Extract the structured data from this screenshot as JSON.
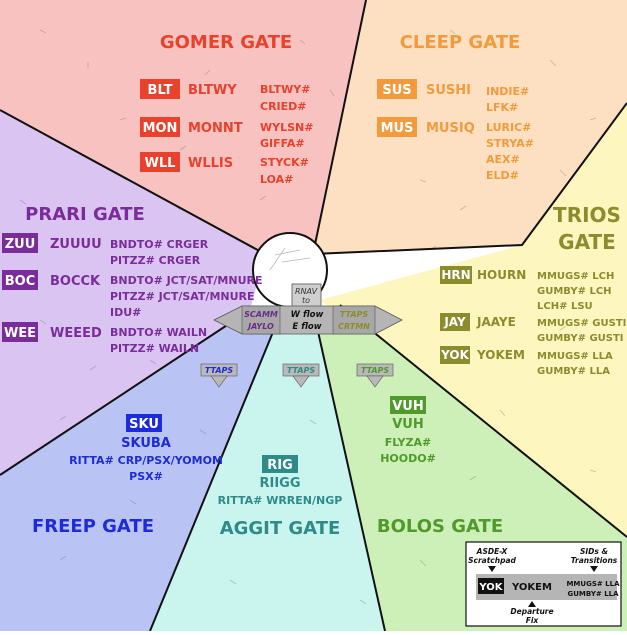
{
  "colors": {
    "gomer": "#e8412c",
    "gomer_bg": "#f7c2c0",
    "cleep": "#f39a3d",
    "cleep_bg": "#fde0c2",
    "trios": "#8b8c2e",
    "trios_bg": "#fdf6bf",
    "prari": "#7b2c9b",
    "prari_bg": "#d9c4f2",
    "freep": "#1e2bd8",
    "freep_bg": "#b9c4f5",
    "aggit": "#2f8a8a",
    "aggit_bg": "#c9f5ee",
    "bolos": "#4f9a2a",
    "bolos_bg": "#ccf0b8"
  },
  "gates": {
    "gomer": "GOMER GATE",
    "cleep": "CLEEP GATE",
    "trios_1": "TRIOS",
    "trios_2": "GATE",
    "prari": "PRARI GATE",
    "freep": "FREEP GATE",
    "aggit": "AGGIT GATE",
    "bolos": "BOLOS GATE"
  },
  "gomer": {
    "rows": [
      {
        "code": "BLT",
        "fix": "BLTWY",
        "sids": [
          "BLTWY#",
          "CRIED#"
        ]
      },
      {
        "code": "MON",
        "fix": "MONNT",
        "sids": [
          "WYLSN#",
          "GIFFA#"
        ]
      },
      {
        "code": "WLL",
        "fix": "WLLIS",
        "sids": [
          "STYCK#",
          "LOA#"
        ]
      }
    ]
  },
  "cleep": {
    "rows": [
      {
        "code": "SUS",
        "fix": "SUSHI",
        "sids": [
          "INDIE#",
          "LFK#"
        ]
      },
      {
        "code": "MUS",
        "fix": "MUSIQ",
        "sids": [
          "LURIC#",
          "STRYA#",
          "AEX#",
          "ELD#"
        ]
      }
    ]
  },
  "trios": {
    "rows": [
      {
        "code": "HRN",
        "fix": "HOURN",
        "sids": [
          "MMUGS# LCH",
          "GUMBY# LCH",
          "LCH# LSU"
        ]
      },
      {
        "code": "JAY",
        "fix": "JAAYE",
        "sids": [
          "MMUGS# GUSTI",
          "GUMBY# GUSTI"
        ]
      },
      {
        "code": "YOK",
        "fix": "YOKEM",
        "sids": [
          "MMUGS# LLA",
          "GUMBY# LLA"
        ]
      }
    ]
  },
  "prari": {
    "rows": [
      {
        "code": "ZUU",
        "fix": "ZUUUU",
        "sids": [
          "BNDTO# CRGER",
          "PITZZ# CRGER"
        ]
      },
      {
        "code": "BOC",
        "fix": "BOCCK",
        "sids": [
          "BNDTO# JCT/SAT/MNURE",
          "PITZZ# JCT/SAT/MNURE",
          "IDU#"
        ]
      },
      {
        "code": "WEE",
        "fix": "WEEED",
        "sids": [
          "BNDTO# WAILN",
          "PITZZ# WAILN"
        ]
      }
    ]
  },
  "freep": {
    "code": "SKU",
    "fix": "SKUBA",
    "sids": [
      "RITTA# CRP/PSX/YOMOM",
      "PSX#"
    ]
  },
  "aggit": {
    "code": "RIG",
    "fix": "RIIGG",
    "sids": [
      "RITTA# WRREN/NGP"
    ]
  },
  "bolos": {
    "code": "VUH",
    "fix": "VUH",
    "sids": [
      "FLYZA#",
      "HOODO#"
    ]
  },
  "center": {
    "rnav_1": "RNAV",
    "rnav_2": "to",
    "w_flow": "W flow",
    "e_flow": "E flow",
    "left_1": "SCAMM",
    "left_2": "JAYLO",
    "right_1": "TTAPS",
    "right_2": "CRTMN",
    "ttaps": [
      "TTAPS",
      "TTAPS",
      "TTAPS"
    ]
  },
  "legend": {
    "scratchpad_1": "ASDE-X",
    "scratchpad_2": "Scratchpad",
    "sids_1": "SIDs &",
    "sids_2": "Transitions",
    "code": "YOK",
    "fix": "YOKEM",
    "sid_1": "MMUGS# LLA",
    "sid_2": "GUMBY# LLA",
    "departure_1": "Departure",
    "departure_2": "Fix"
  }
}
